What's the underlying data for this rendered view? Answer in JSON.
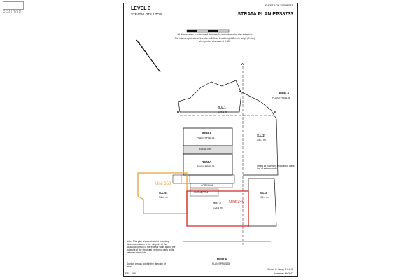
{
  "logo": {
    "text": "REALTOR"
  },
  "header": {
    "sheet": "SHEET 5 OF 20 SHEETS",
    "level": "LEVEL 3",
    "lots": "STRATA LOTS 1 TO 5",
    "plan": "STRATA PLAN EPS8733"
  },
  "notes": {
    "line1": "All distances are in metres and decimals thereof unless otherwise indicated.",
    "line2": "The intended plot size of this plan is 560mm in width by 432mm in height (B size) when plotted at a scale of 1:300."
  },
  "labels": {
    "rem_a": "REM A",
    "plan_ref": "PLAN EPP68135",
    "elevator": "ELEVATOR",
    "corridor": "CORRIDOR",
    "washroom": "WASHROOM",
    "section_a": "A",
    "section_b": "B",
    "sl1": "S.L.1",
    "sl1_area": "124.6 m²",
    "sl2": "S.L.2",
    "sl2_area": "146.3 m²",
    "sl3": "S.L.3",
    "sl3_area": "101.4 m²",
    "sl4": "S.L.4",
    "sl4_area": "125.4 m²",
    "sl5": "S.L.5",
    "sl5_area": "148.6 m²",
    "unit_orange": "Unit 350",
    "unit_red": "Unit 340",
    "note_strata": "Strata lot boundary midpoint of glass line of exterior walls"
  },
  "footer": {
    "left": "EPS - 1648",
    "note": "Note: This plan shows strata lot boundary dimensions taken to the midpoint of the structural portion of the exterior walls and to the midpoint of the structural portion of party walls between strata lots.",
    "section_note": "Section arrows point in the direction of view.",
    "surveyor": "Steven C. Wong, B.C.L.S.",
    "date": "November 4th 2022"
  },
  "colors": {
    "orange": "#e2a33c",
    "red": "#d02727",
    "ink": "#111111"
  }
}
